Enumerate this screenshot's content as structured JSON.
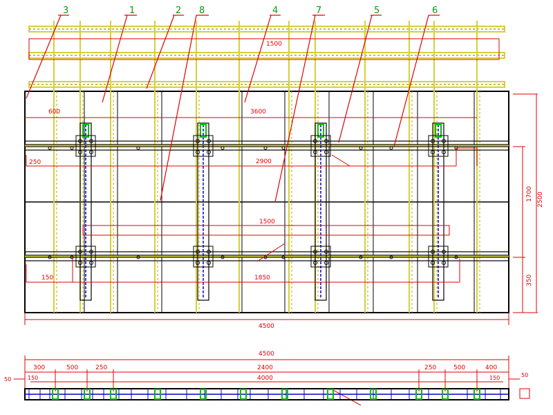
{
  "colors": {
    "background": "#ffffff",
    "outline": "#000000",
    "yellow": "#d6cf3a",
    "yellow_dash": "#b8a800",
    "dimension": "#e00000",
    "callout_text": "#00a000",
    "green": "#00c000",
    "blue": "#0000cc",
    "dark": "#000000"
  },
  "callouts": [
    {
      "id": "c3",
      "label": "3"
    },
    {
      "id": "c1",
      "label": "1"
    },
    {
      "id": "c2",
      "label": "2"
    },
    {
      "id": "c8",
      "label": "8"
    },
    {
      "id": "c4",
      "label": "4"
    },
    {
      "id": "c7",
      "label": "7"
    },
    {
      "id": "c5",
      "label": "5"
    },
    {
      "id": "c6",
      "label": "6"
    }
  ],
  "dims": {
    "top_1500": "1500",
    "left_600": "600",
    "mid_3600": "3600",
    "left_250": "250",
    "mid_2900": "2900",
    "mid_1500": "1500",
    "left_150": "150",
    "bot_1850": "1850",
    "total_4500": "4500",
    "right_2500": "2500",
    "right_1700": "1700",
    "right_350": "350",
    "lower_total": "4500",
    "l_300": "300",
    "l_500": "500",
    "l_250": "250",
    "c_2400": "2400",
    "c_4000": "4000",
    "r_250": "250",
    "r_500": "500",
    "r_400": "400",
    "left_50": "50",
    "left_150b": "150",
    "r_150": "150",
    "r_50": "50"
  }
}
